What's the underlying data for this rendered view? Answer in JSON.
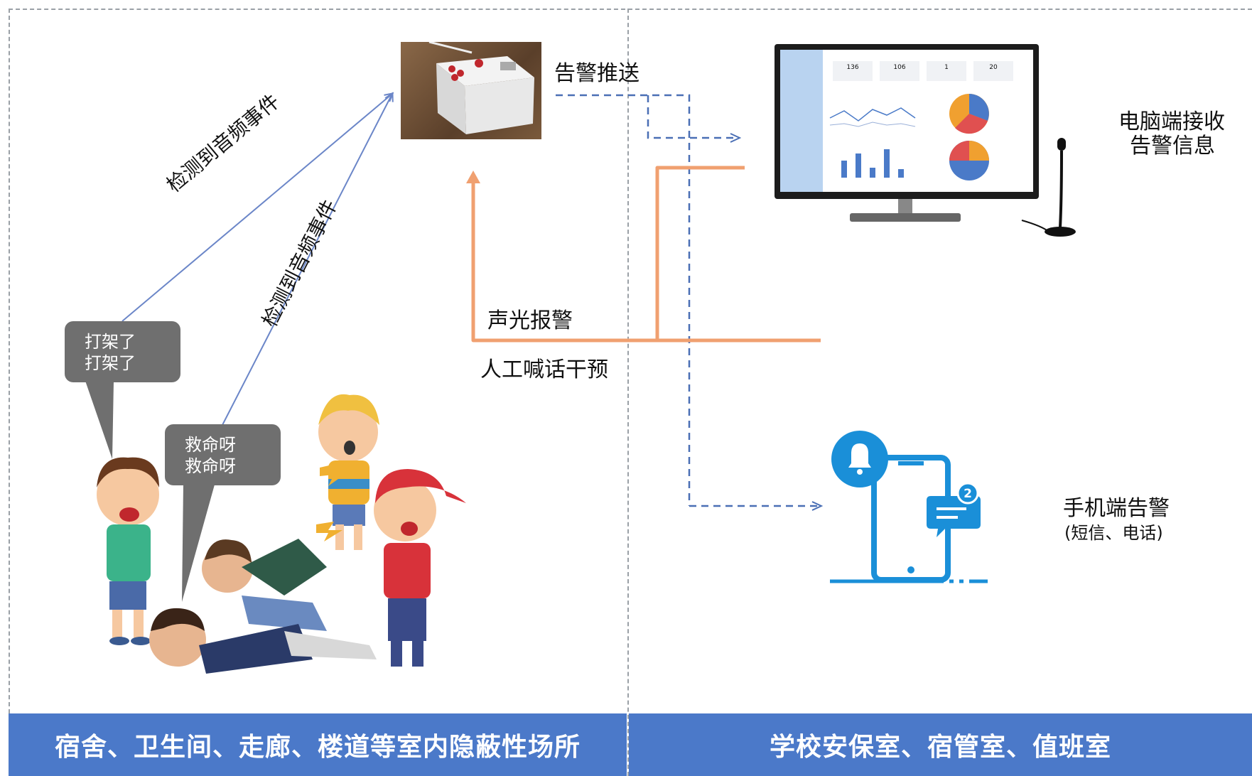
{
  "left_zone": {
    "label": "宿舍、卫生间、走廊、楼道等室内隐蔽性场所"
  },
  "right_zone": {
    "label": "学校安保室、宿管室、值班室"
  },
  "arrows": {
    "detect_1": "检测到音频事件",
    "detect_2": "检测到音频事件",
    "alarm_push": "告警推送",
    "sound_light": "声光报警",
    "voice_intervene": "人工喊话干预"
  },
  "bubbles": {
    "fight": [
      "打架了",
      "打架了"
    ],
    "help": [
      "救命呀",
      "救命呀"
    ]
  },
  "pc": {
    "label_line1": "电脑端接收",
    "label_line2": "告警信息"
  },
  "mobile": {
    "label_line1": "手机端告警",
    "label_line2": "(短信、电话)",
    "badge": "2"
  },
  "dashboard": {
    "stats": [
      "136",
      "106",
      "1",
      "20"
    ]
  },
  "colors": {
    "footer_bg": "#4b79c9",
    "detect_arrow": "#6b86c8",
    "push_arrow": "#4a6fb5",
    "orange": "#f0a070",
    "phone_blue": "#1a8fd8"
  }
}
